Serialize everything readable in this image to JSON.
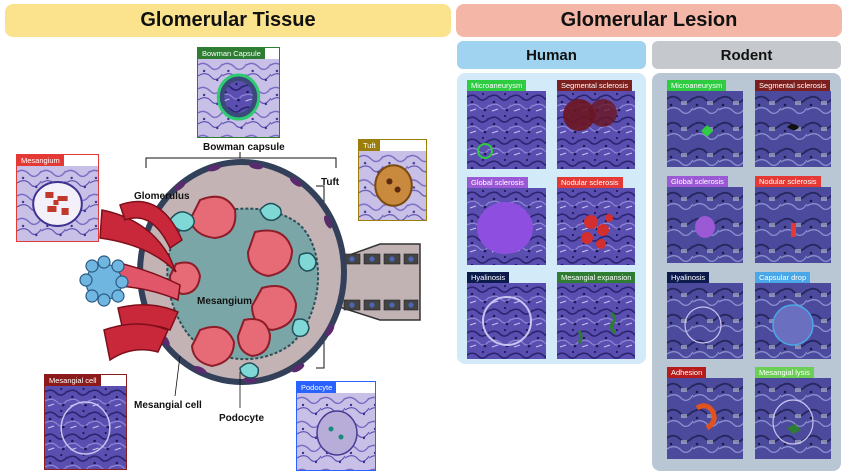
{
  "glomerular_tissue": {
    "title": "Glomerular Tissue",
    "banner_color": "#fbe38e",
    "diagram_labels": {
      "bowman_capsule": "Bowman capsule",
      "glomerulus": "Glomerulus",
      "tuft": "Tuft",
      "mesangium": "Mesangium",
      "mesangial_cell": "Mesangial cell",
      "podocyte": "Podocyte"
    },
    "tiles": {
      "bowman_capsule": {
        "label": "Bowman Capsule",
        "color": "#2e7d32"
      },
      "tuft": {
        "label": "Tuft",
        "color": "#9a7d0a"
      },
      "mesangium": {
        "label": "Mesangium",
        "color": "#e53935"
      },
      "mesangial_cell": {
        "label": "Mesangial cell",
        "color": "#8b1a1a"
      },
      "podocyte": {
        "label": "Podocyte",
        "color": "#2962ff"
      }
    }
  },
  "glomerular_lesion": {
    "title": "Glomerular Lesion",
    "banner_color": "#f4b6a6",
    "human": {
      "title": "Human",
      "header_color": "#9fd3ef",
      "panel_color": "#d3eaf8",
      "tiles": [
        {
          "label": "Microaneurysm",
          "color": "#2ecc40"
        },
        {
          "label": "Segmental sclerosis",
          "color": "#7b1f1f"
        },
        {
          "label": "Global sclerosis",
          "color": "#9b59d6"
        },
        {
          "label": "Nodular sclerosis",
          "color": "#e53935"
        },
        {
          "label": "Hyalinosis",
          "color": "#0d1b4c"
        },
        {
          "label": "Mesangial expansion",
          "color": "#2e7d32"
        }
      ]
    },
    "rodent": {
      "title": "Rodent",
      "header_color": "#c5c9ce",
      "panel_color": "#b9c6d3",
      "tiles": [
        {
          "label": "Microaneurysm",
          "color": "#2ecc40"
        },
        {
          "label": "Segmental sclerosis",
          "color": "#7b1f1f"
        },
        {
          "label": "Global sclerosis",
          "color": "#9b59d6"
        },
        {
          "label": "Nodular sclerosis",
          "color": "#e53935"
        },
        {
          "label": "Hyalinosis",
          "color": "#0d1b4c"
        },
        {
          "label": "Capsular drop",
          "color": "#4aa8e8"
        },
        {
          "label": "Adhesion",
          "color": "#b71c1c"
        },
        {
          "label": "Mesangial lysis",
          "color": "#6ccf55"
        }
      ]
    }
  }
}
